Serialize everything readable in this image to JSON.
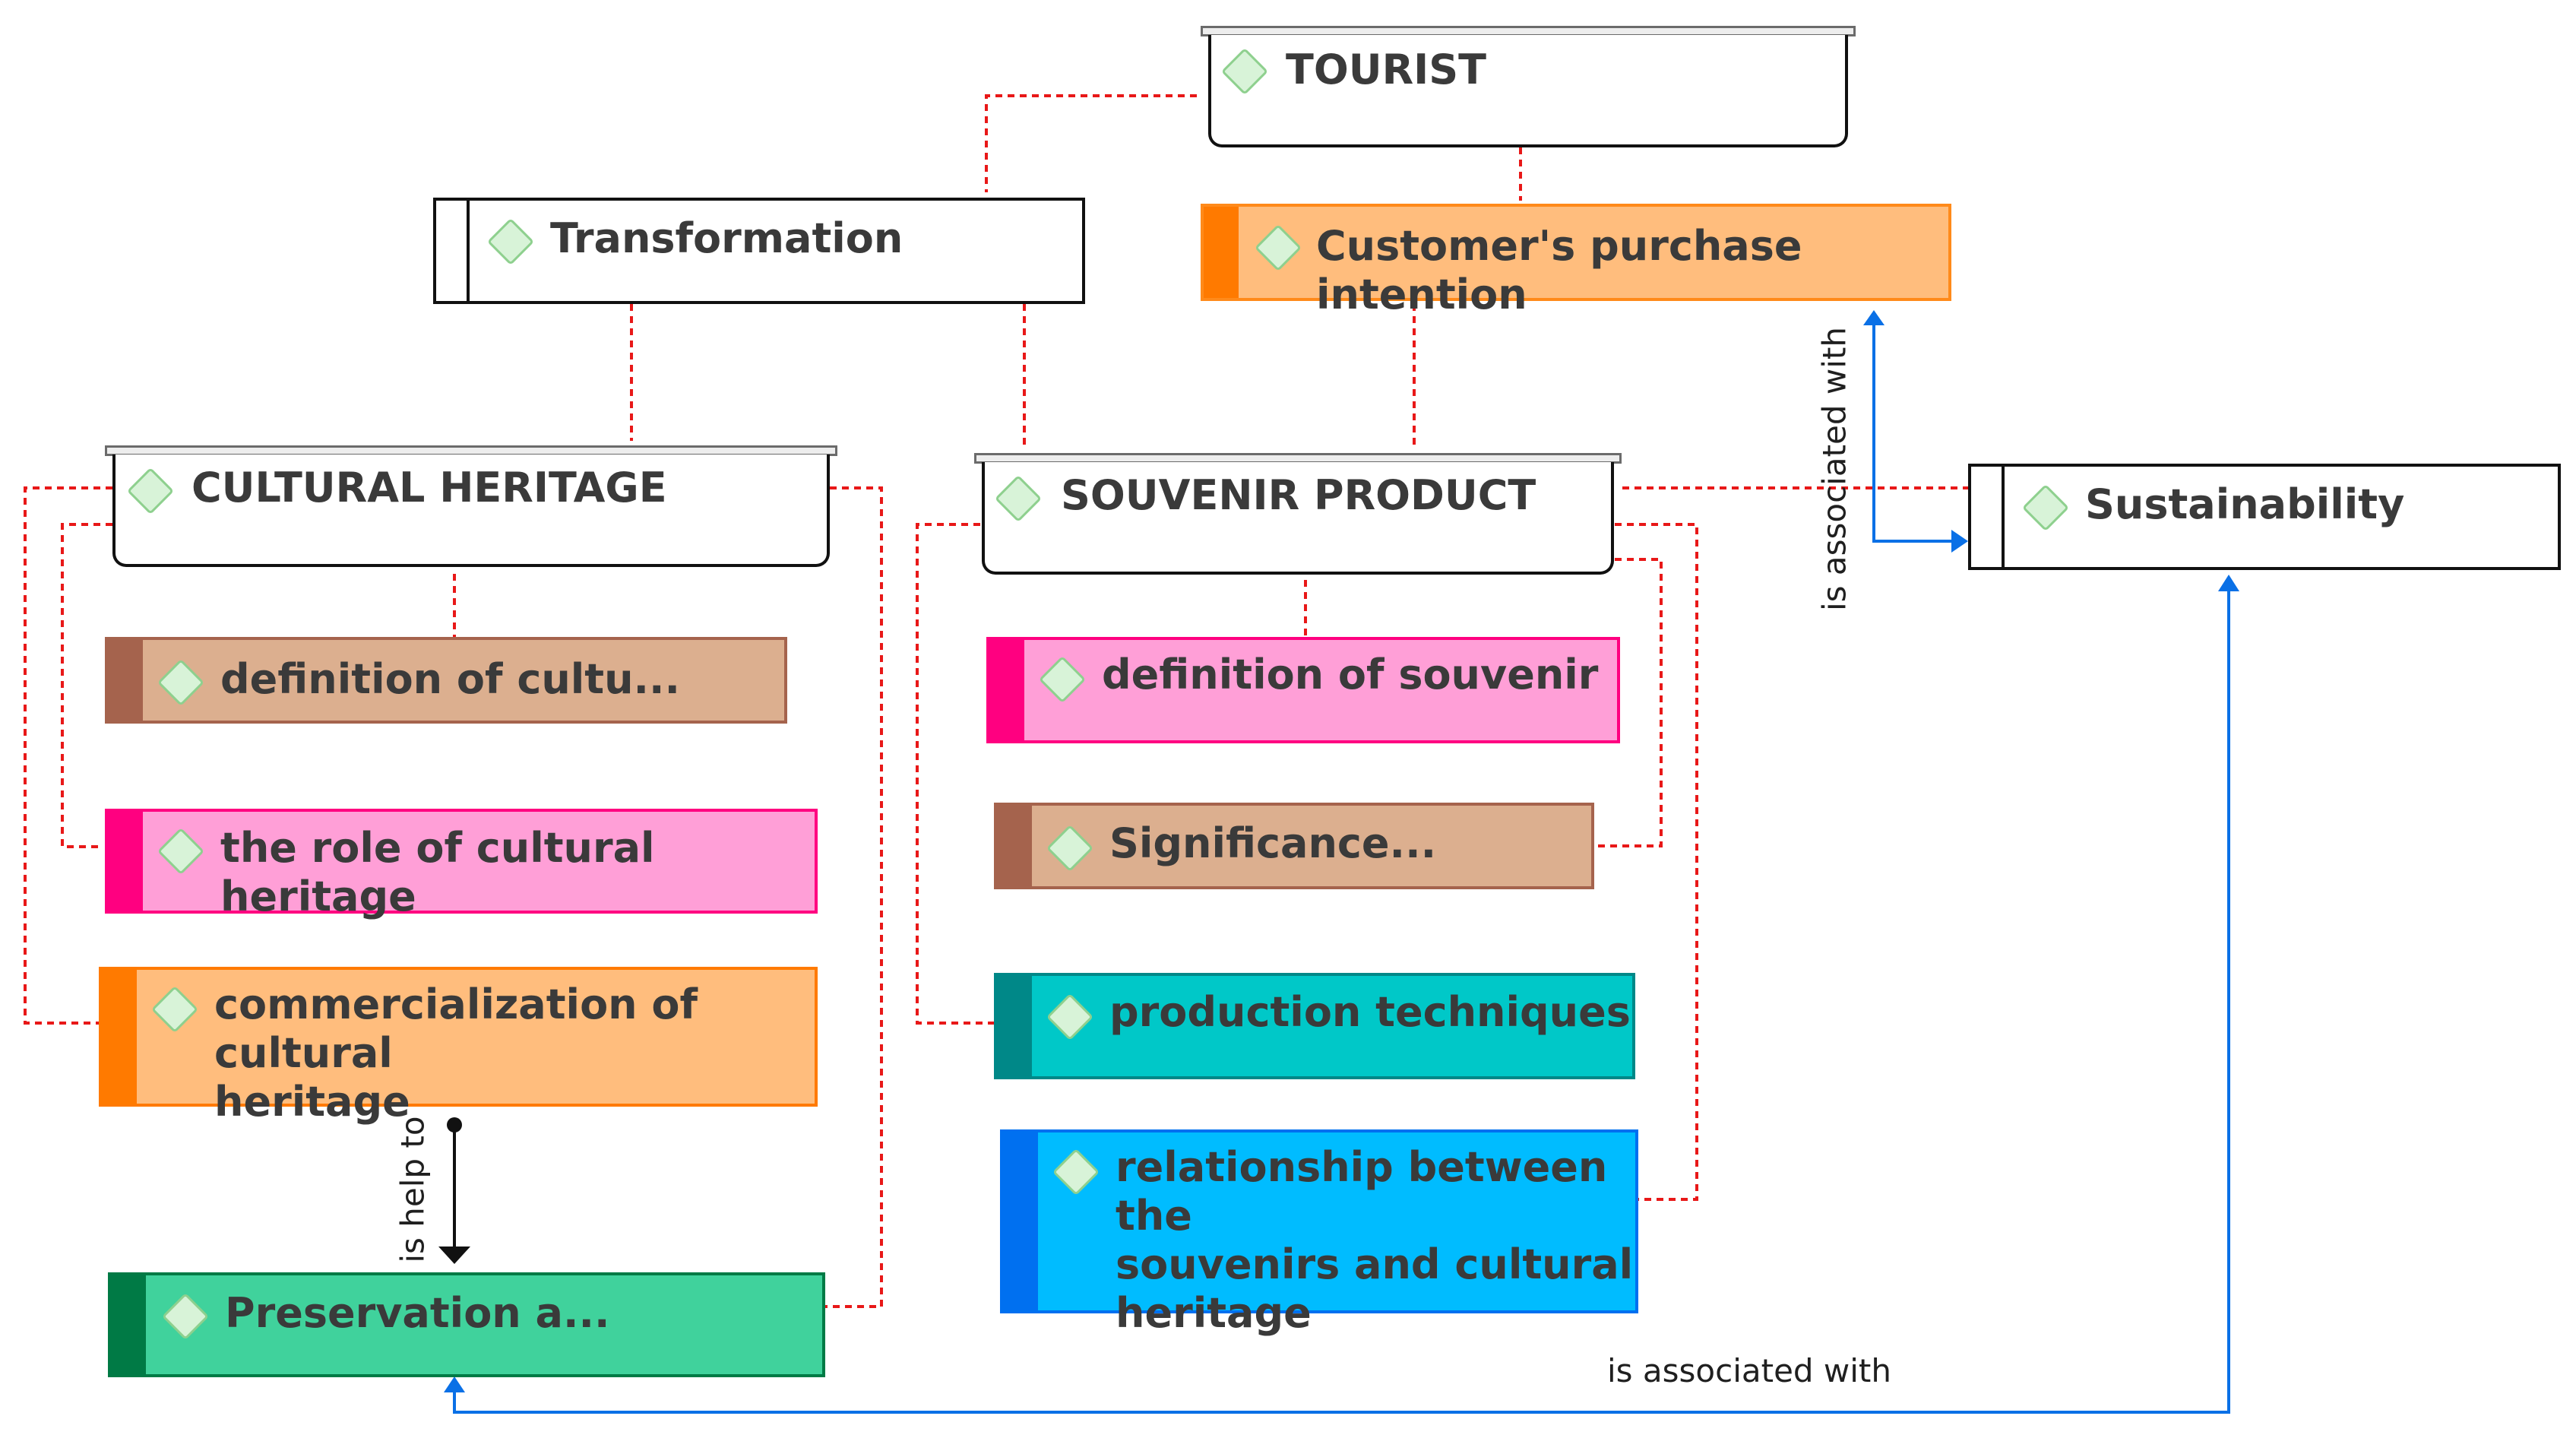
{
  "nodes": {
    "tourist": {
      "label": "TOURIST"
    },
    "transformation": {
      "label": "Transformation"
    },
    "purchase_intention": {
      "label": "Customer's purchase intention",
      "fill": "#ffbd7d",
      "accent": "#ff7a00"
    },
    "cultural_heritage": {
      "label": "CULTURAL HERITAGE"
    },
    "souvenir_product": {
      "label": "SOUVENIR PRODUCT"
    },
    "sustainability": {
      "label": "Sustainability"
    },
    "definition_cultural": {
      "label": "definition of cultu...",
      "fill": "#dcaf8f",
      "accent": "#a5634d"
    },
    "role_cultural": {
      "label": "the role of cultural heritage",
      "fill": "#ff9fd7",
      "accent": "#ff0080"
    },
    "commercialization": {
      "label": "commercialization of cultural\nheritage",
      "fill": "#ffbd7d",
      "accent": "#ff7a00"
    },
    "preservation": {
      "label": "Preservation a...",
      "fill": "#40d29c",
      "accent": "#007a45"
    },
    "definition_souvenir": {
      "label": "definition of souvenir",
      "fill": "#ff9fd7",
      "accent": "#ff0080"
    },
    "significance": {
      "label": "Significance...",
      "fill": "#dcaf8f",
      "accent": "#a5634d"
    },
    "production": {
      "label": "production techniques",
      "fill": "#00c8c8",
      "accent": "#008888"
    },
    "relationship": {
      "label": "relationship between the\nsouvenirs and cultural\nheritage",
      "fill": "#00bcff",
      "accent": "#0070f0"
    }
  },
  "links": {
    "help_to": "is help to",
    "assoc_vertical": "is associated with",
    "assoc_bottom": "is associated with"
  },
  "colors": {
    "dotted_red": "#e81818",
    "link_blue": "#0a70e6",
    "link_black": "#111111"
  }
}
